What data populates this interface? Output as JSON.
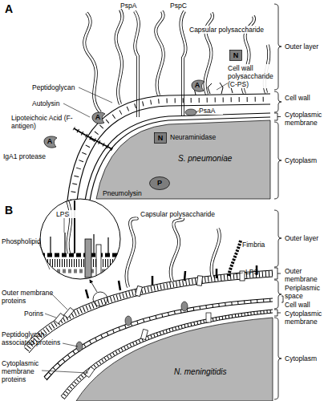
{
  "diagram": {
    "nodes": [
      {
        "text": [
          "S. pneumoniae"
        ]
      },
      {
        "text": [
          "N"
        ],
        "in": 0
      },
      {
        "text": [
          "P"
        ],
        "in": 0
      },
      {
        "text": [
          "N"
        ]
      },
      {
        "text": [
          "A"
        ]
      },
      {
        "text": [
          "A"
        ]
      },
      {
        "text": [
          "A"
        ]
      },
      {
        "text": [
          "N. meningitidis"
        ]
      }
    ],
    "labels": [
      "A",
      "PspA",
      "PspC",
      "Capsular polysaccharide",
      "Outer layer",
      "Cell wall polysaccharide (C-PS)",
      "Peptidoglycan",
      "Cell wall",
      "Autolysin",
      "PsaA",
      "Cytoplasmic membrane",
      "Lipoteichoic Acid (F-antigen)",
      "Neuraminidase",
      "IgA1 protease",
      "Cytoplasm",
      "Pneumolysin",
      "B",
      "LPS",
      "Capsular polysaccharide",
      "Outer layer",
      "Phospholipid",
      "Fimbria",
      "Outer membrane",
      "LPS",
      "Periplasmic space",
      "Outer membrane proteins",
      "Cell wall",
      "Cytoplasmic membrane",
      "Porins",
      "Peptidoglycan-associated proteins",
      "Cytoplasm",
      "Cytoplasmic membrane proteins"
    ]
  }
}
